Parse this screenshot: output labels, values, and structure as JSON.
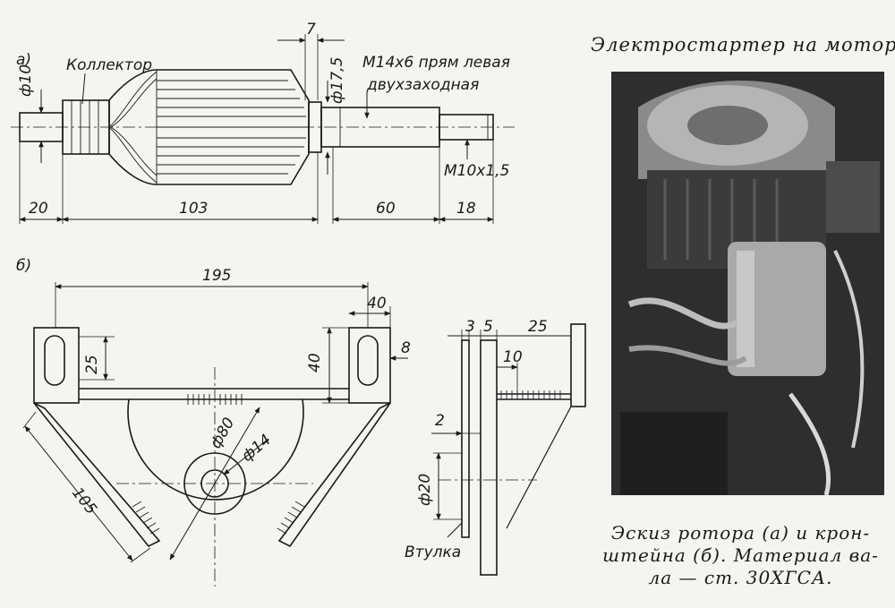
{
  "figure_a": {
    "marker": "а)",
    "collector_label": "Коллектор",
    "thread_label_line1": "M14x6 прям левая",
    "thread_label_line2": "двухзаходная",
    "thread_small": "M10x1,5",
    "dia_shaft": "ф10",
    "dia_journal": "ф17,5",
    "dim_7": "7",
    "dim_20": "20",
    "dim_103": "103",
    "dim_60": "60",
    "dim_18": "18"
  },
  "figure_b": {
    "marker": "б)",
    "dim_195": "195",
    "dim_40_top": "40",
    "dim_25": "25",
    "dim_40_side": "40",
    "dim_8": "8",
    "dia_80": "ф80",
    "dia_14": "ф14",
    "dim_105": "105"
  },
  "figure_side": {
    "dim_3": "3",
    "dim_5": "5",
    "dim_25": "25",
    "dim_10": "10",
    "dim_2": "2",
    "dia_20": "ф20",
    "bushing_label": "Втулка"
  },
  "captions": {
    "top": "Электростартер на моторе.",
    "bottom_line1": "Эскиз ротора (а) и крон-",
    "bottom_line2": "штейна (б). Материал ва-",
    "bottom_line3": "ла — ст. 30ХГСА."
  }
}
